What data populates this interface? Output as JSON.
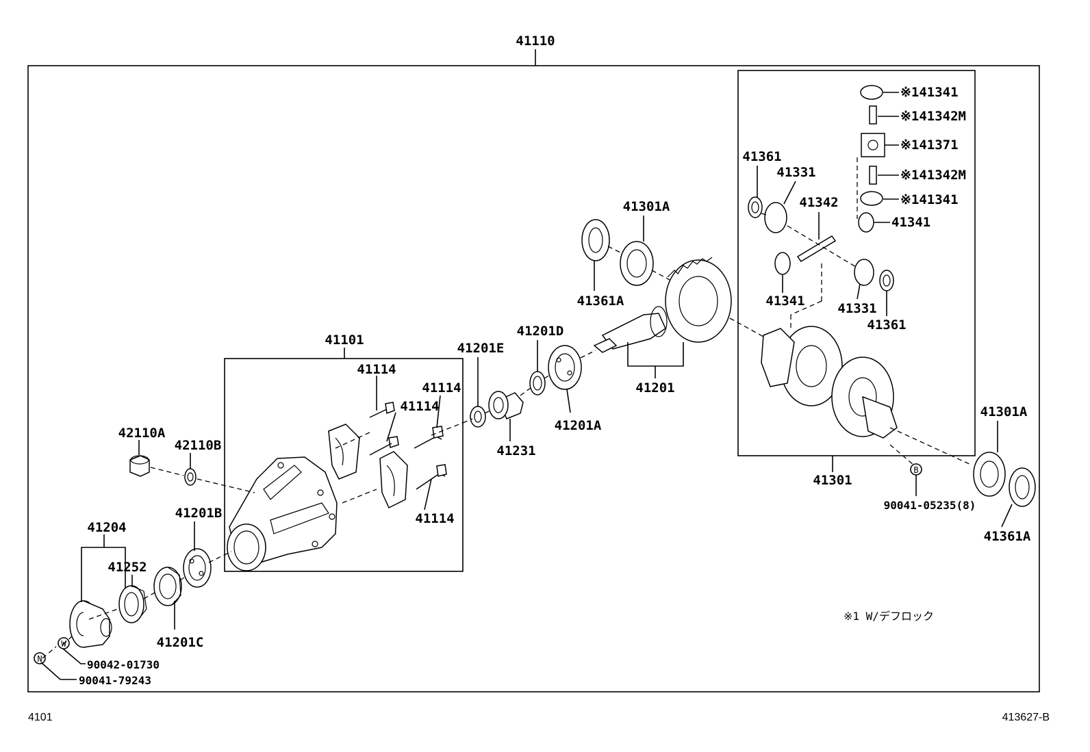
{
  "title_part": "41110",
  "labels": {
    "l41101": "41101",
    "l41301": "41301",
    "l41114a": "41114",
    "l41114b": "41114",
    "l41114c": "41114",
    "l41114d": "41114",
    "l42110A": "42110A",
    "l42110B": "42110B",
    "l41201B": "41201B",
    "l41204": "41204",
    "l41252": "41252",
    "l41201C": "41201C",
    "l41201E": "41201E",
    "l41201D": "41201D",
    "l41231": "41231",
    "l41201A": "41201A",
    "l41201": "41201",
    "l41301Atop": "41301A",
    "l41361Atop": "41361A",
    "l41361a": "41361",
    "l41331a": "41331",
    "l41342": "41342",
    "l41341a": "※141341",
    "l41342Ma": "※141342M",
    "l41371": "※141371",
    "l41342Mb": "※141342M",
    "l41341b": "※141341",
    "l41341c": "41341",
    "l41341d": "41341",
    "l41331b": "41331",
    "l41361b": "41361",
    "l41301Aright": "41301A",
    "l41361Aright": "41361A",
    "l90041_05235": "90041-05235(8)",
    "l90042_01730": "90042-01730",
    "l90041_79243": "90041-79243",
    "note": "※1 W/デフロック",
    "markerB": "B",
    "markerW": "W",
    "markerN": "N"
  },
  "footer": {
    "left_code": "4101",
    "right_code": "413627-B"
  }
}
